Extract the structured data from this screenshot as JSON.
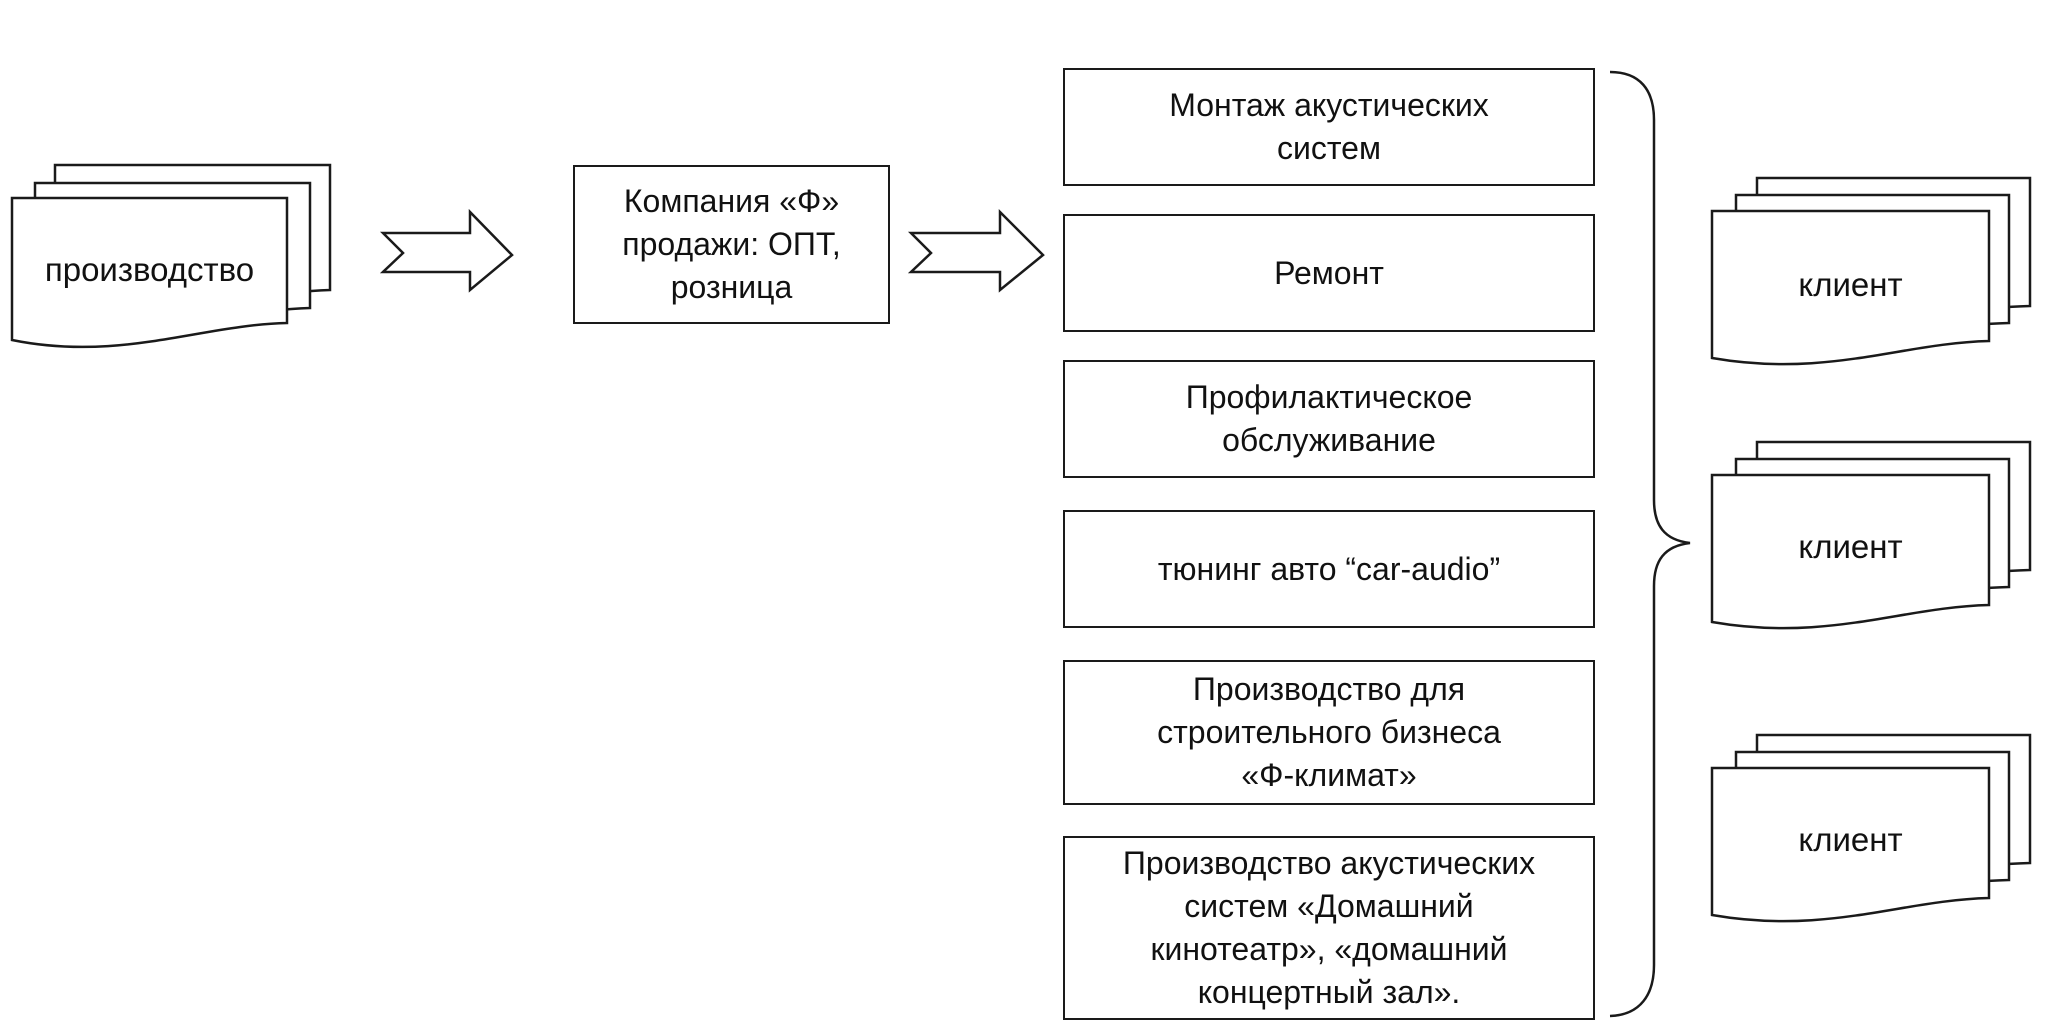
{
  "source": {
    "label": "производство"
  },
  "company": {
    "lines": [
      "Компания «Ф»",
      "продажи: ОПТ,",
      "розница"
    ]
  },
  "services": [
    {
      "lines": [
        "Монтаж акустических",
        "систем"
      ]
    },
    {
      "lines": [
        "Ремонт"
      ]
    },
    {
      "lines": [
        "Профилактическое",
        "обслуживание"
      ]
    },
    {
      "lines": [
        "тюнинг авто “car-audio”"
      ]
    },
    {
      "lines": [
        "Производство для",
        "строительного бизнеса",
        "«Ф-климат»"
      ]
    },
    {
      "lines": [
        "Производство акустических",
        "систем «Домашний",
        "кинотеатр», «домашний",
        "концертный зал»."
      ]
    }
  ],
  "clients": [
    {
      "label": "клиент"
    },
    {
      "label": "клиент"
    },
    {
      "label": "клиент"
    }
  ]
}
